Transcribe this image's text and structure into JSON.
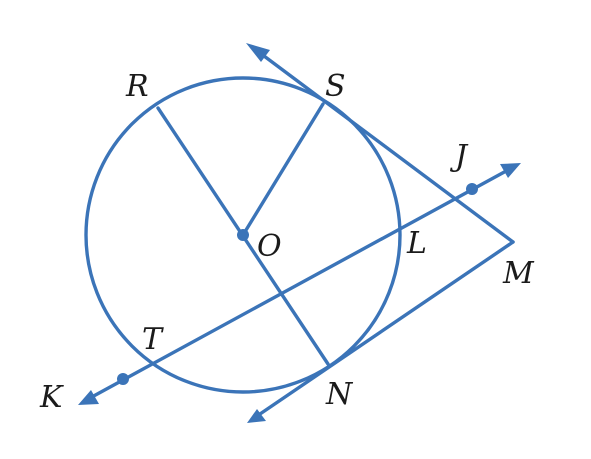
{
  "colors": {
    "line": "#3b74b8",
    "label": "#1b1b1b",
    "background": "#ffffff"
  },
  "labels": {
    "R": "R",
    "S": "S",
    "J": "J",
    "O": "O",
    "L": "L",
    "M": "M",
    "T": "T",
    "K": "K",
    "N": "N"
  }
}
